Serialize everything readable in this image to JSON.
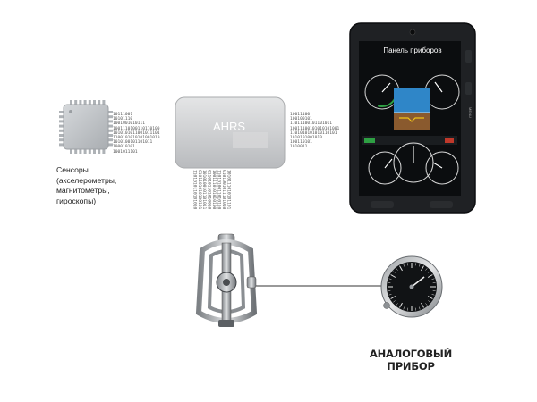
{
  "sensors": {
    "label_lines": [
      "Сенсоры",
      "(акселерометры,",
      "магнитометры,",
      "гироскопы)"
    ]
  },
  "ahrs": {
    "title": "AHRS"
  },
  "tablet": {
    "title": "Панель приборов",
    "side_label": "MENU"
  },
  "analog": {
    "label_lines": [
      "АНАЛОГОВЫЙ",
      "ПРИБОР"
    ]
  },
  "data_streams": {
    "left": [
      "10111001",
      "10101110",
      "1001001010111",
      "1001110100110110100",
      "1010101011001011101",
      "1100101010101001010",
      "1010100101101011",
      "100010101",
      "1001011101"
    ],
    "right": [
      "10011100",
      "100100101",
      "11011100101101011",
      "10011100101010101001",
      "1101010101010110101",
      "1010101001010",
      "100110101",
      "1010011"
    ],
    "down": [
      "1010111010101101",
      "0101001011101010",
      "1101010011010110",
      "1001110101010100",
      "0110101101010010",
      "1010100101101011",
      "0101101010100101",
      "1101010110101010"
    ]
  },
  "colors": {
    "chip": "#bfc3c7",
    "ahrs_box": "#c9cbcd",
    "tablet_frame": "#1f2124",
    "screen": "#0b0d0f",
    "attitude_sky": "#2f86c8",
    "attitude_ground": "#8a5a2e",
    "gauge_dial": "#111315"
  }
}
